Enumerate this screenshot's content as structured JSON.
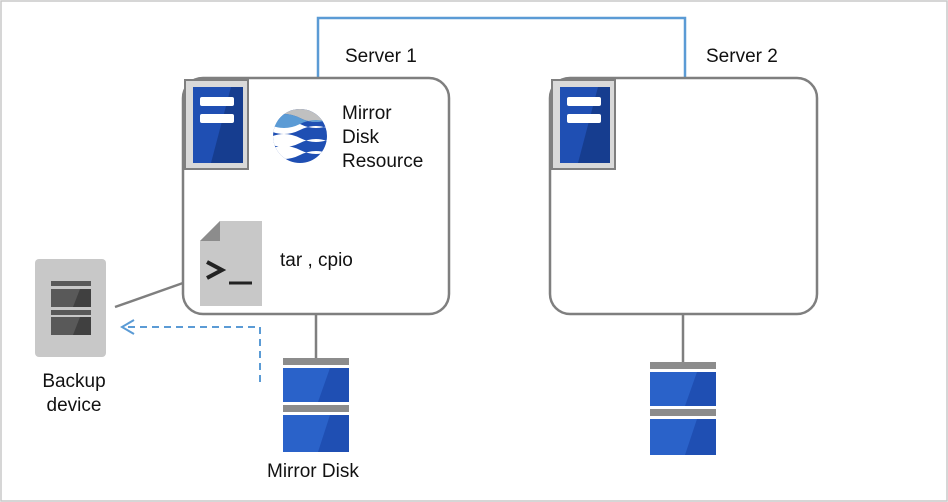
{
  "labels": {
    "server1": "Server 1",
    "server2": "Server 2",
    "mirror_resource": [
      "Mirror",
      "Disk",
      "Resource"
    ],
    "command": "tar , cpio",
    "backup_device": [
      "Backup",
      "device"
    ],
    "mirror_disk": "Mirror Disk"
  },
  "icons": {
    "server": "server-icon",
    "mirror_resource": "mirror-disk-resource-icon",
    "script": "terminal-script-icon",
    "disk": "disk-icon",
    "backup": "backup-device-icon"
  },
  "colors": {
    "frame": "#c8c8c8",
    "box_border": "#7f7f7f",
    "interconnect": "#5b9bd5",
    "server_blue": "#1f4fb3",
    "disk_blue": "#2a62c9",
    "backup_gray": "#c8c8c8",
    "arrow_dashed": "#5b9bd5"
  }
}
